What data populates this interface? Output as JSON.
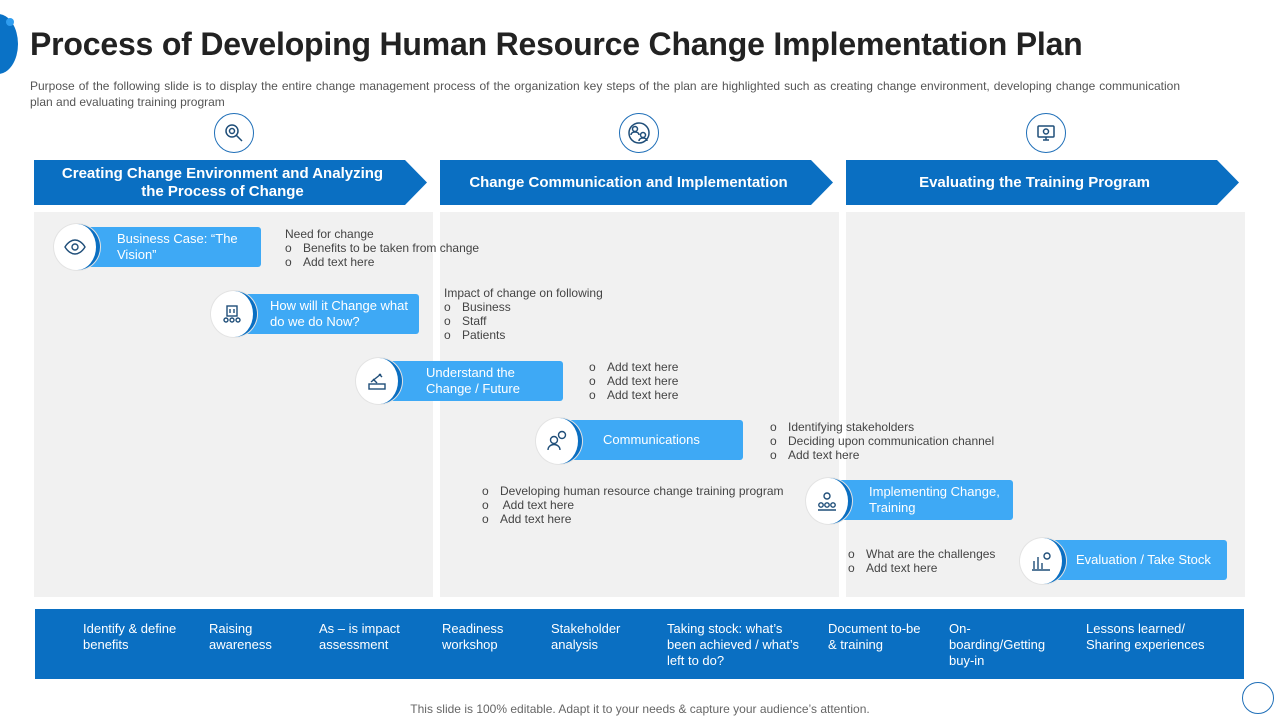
{
  "title": "Process of Developing Human Resource Change Implementation Plan",
  "subtitle": "Purpose of the following slide is to display the entire change management process of the organization key steps of the plan are highlighted such as creating change environment, developing change communication plan and evaluating training program",
  "stages": [
    {
      "label": "Creating Change Environment and Analyzing the Process of Change",
      "icon": "magnifier-gear-icon"
    },
    {
      "label": "Change Communication and Implementation",
      "icon": "people-exchange-icon"
    },
    {
      "label": "Evaluating the Training Program",
      "icon": "monitor-settings-icon"
    }
  ],
  "steps": [
    {
      "label": "Business Case: “The Vision”",
      "icon": "vision-eye-icon",
      "note_title": "Need for change",
      "notes": [
        "Benefits to be taken from change",
        "Add text here"
      ]
    },
    {
      "label": "How will it Change what do we do Now?",
      "icon": "organization-building-icon",
      "note_title": "Impact of change on following",
      "notes": [
        "Business",
        "Staff",
        "Patients"
      ]
    },
    {
      "label": "Understand the Change / Future",
      "icon": "tools-change-icon",
      "note_title": "",
      "notes": [
        "Add text here",
        "Add text here",
        "Add text here"
      ]
    },
    {
      "label": "Communications",
      "icon": "person-speech-icon",
      "note_title": "",
      "notes": [
        "Identifying stakeholders",
        "Deciding upon communication channel",
        "Add text here"
      ]
    },
    {
      "label": "Implementing Change, Training",
      "icon": "team-training-icon",
      "note_title": "",
      "notes": [
        "Developing human resource change training program",
        " Add text here",
        "Add text here"
      ]
    },
    {
      "label": "Evaluation / Take Stock",
      "icon": "bar-chart-gear-icon",
      "note_title": "",
      "notes": [
        "What are the challenges",
        "Add text here"
      ]
    }
  ],
  "bottom_items": [
    "Identify & define benefits",
    "Raising awareness",
    "As – is impact assessment",
    "Readiness workshop",
    "Stakeholder analysis",
    "Taking stock: what’s been achieved / what’s left to do?",
    "Document to-be & training",
    "On-boarding/Getting buy-in",
    "Lessons learned/ Sharing experiences"
  ],
  "footer": "This slide is 100% editable. Adapt it to your needs & capture your audience’s attention.",
  "colors": {
    "primary": "#0a6fc2",
    "pill": "#3ea9f5",
    "panel": "#f1f1f1"
  }
}
